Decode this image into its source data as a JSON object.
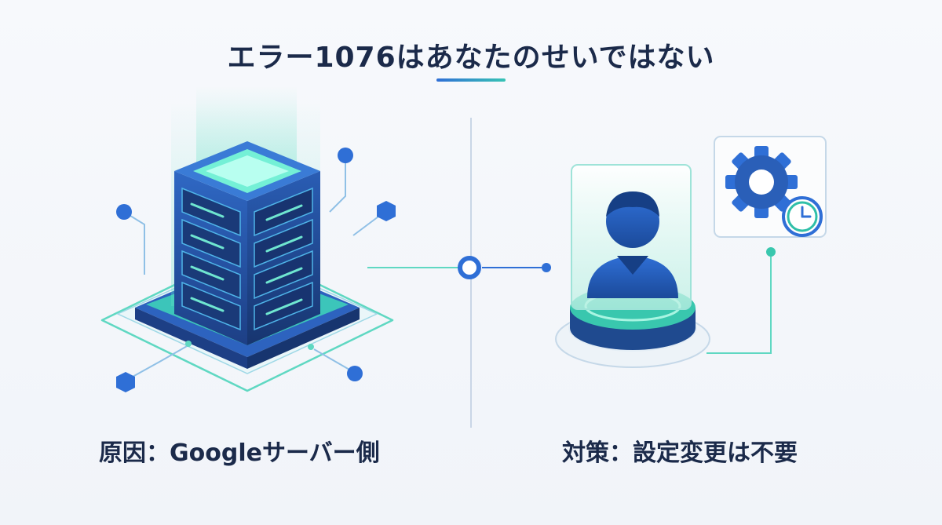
{
  "title": "エラー1076はあなたのせいではない",
  "left_caption": "原因：Googleサーバー側",
  "right_caption": "対策：設定変更は不要",
  "colors": {
    "navy": "#1b2a4a",
    "blue": "#2a5fb8",
    "deep_blue": "#1f4a8f",
    "teal": "#37c3b5",
    "mint": "#5fe0c4",
    "line": "#c9d6e6"
  },
  "icons": [
    "server-icon",
    "user-icon",
    "gear-icon",
    "clock-icon"
  ]
}
